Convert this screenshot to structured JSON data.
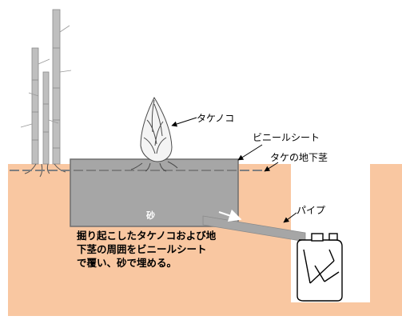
{
  "labels": {
    "bamboo_shoot": "タケノコ",
    "vinyl_sheet": "ビニールシート",
    "rhizome": "タケの地下茎",
    "sand": "砂",
    "pipe": "パイプ"
  },
  "caption": {
    "line1": "掘り起こしたタケノコおよび地",
    "line2": "下茎の周囲をビニールシート",
    "line3": "で覆い、砂で埋める。"
  },
  "colors": {
    "soil": "#f9c7a1",
    "sand_pit": "#a6a6a6",
    "sheet_outline": "#6f6f6f",
    "pipe": "#a6a6a6",
    "tank_pit": "#ffffff",
    "bamboo": "#bdbdbd"
  }
}
